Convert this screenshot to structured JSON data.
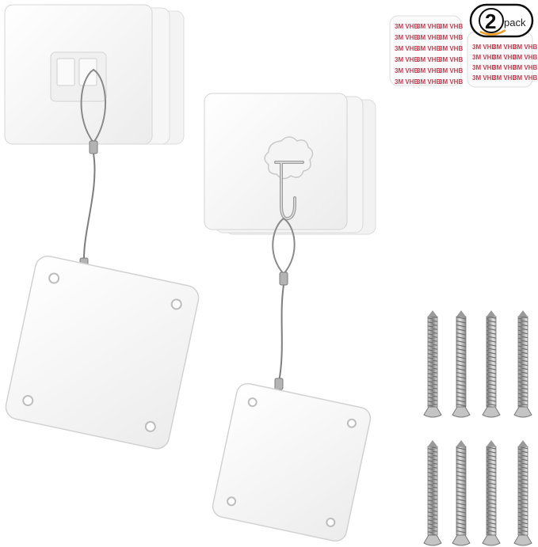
{
  "badge": {
    "count": "2",
    "label": "pack",
    "smile_color": "#f59a23"
  },
  "tape_print": "3M VHB",
  "colors": {
    "background": "#ffffff",
    "plate": "#f7f7f7",
    "plate_edge": "#dcdcdc",
    "wire": "#8a8a8a",
    "screw": "#a9a9a9",
    "tape": "#d8344a"
  }
}
